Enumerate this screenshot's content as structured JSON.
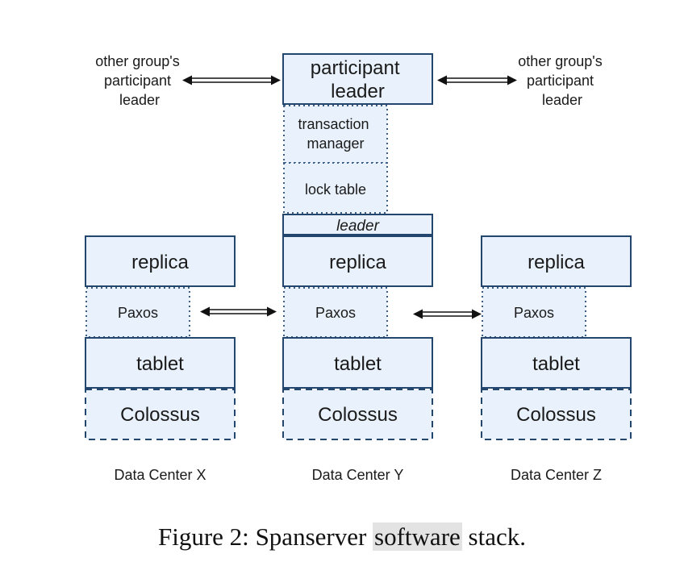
{
  "participant_leader": "participant leader",
  "other_group_left": "other group's participant leader",
  "other_group_right": "other group's participant leader",
  "transaction_manager": "transaction manager",
  "lock_table": "lock table",
  "leader_label": "leader",
  "data_centers": [
    {
      "replica": "replica",
      "paxos": "Paxos",
      "tablet": "tablet",
      "storage": "Colossus",
      "label": "Data Center X"
    },
    {
      "replica": "replica",
      "paxos": "Paxos",
      "tablet": "tablet",
      "storage": "Colossus",
      "label": "Data Center Y"
    },
    {
      "replica": "replica",
      "paxos": "Paxos",
      "tablet": "tablet",
      "storage": "Colossus",
      "label": "Data Center Z"
    }
  ],
  "caption": {
    "prefix": "Figure 2:",
    "before": "Spanserver",
    "highlight": "software",
    "after": "stack."
  }
}
